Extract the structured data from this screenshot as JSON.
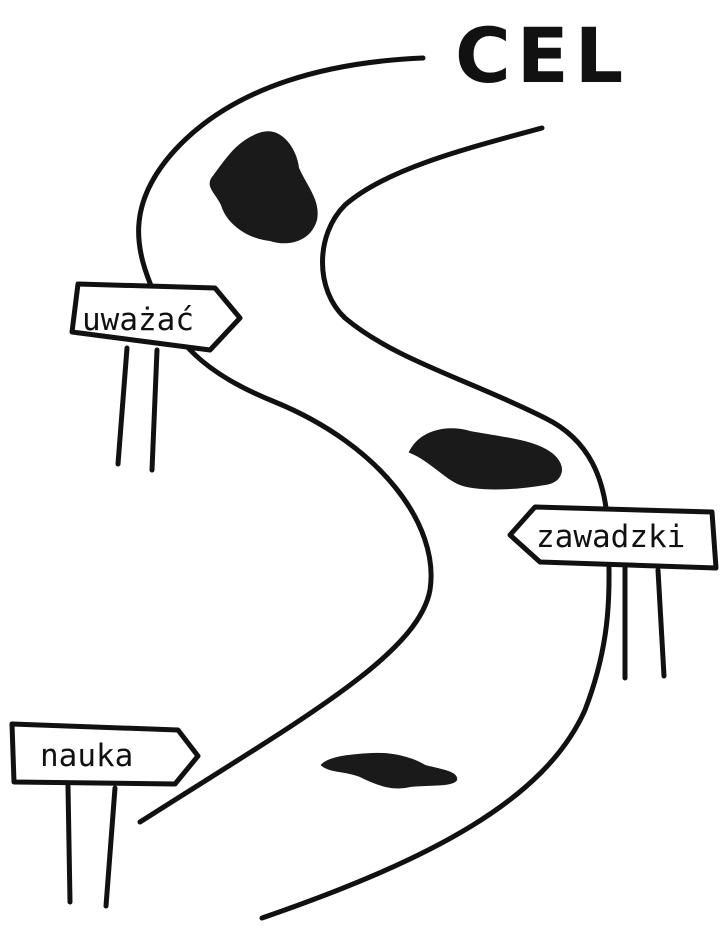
{
  "goal": {
    "label": "CEL"
  },
  "signs": [
    {
      "label": "uważać"
    },
    {
      "label": "zawadzki"
    },
    {
      "label": "nauka"
    }
  ],
  "colors": {
    "ink": "#111111",
    "background": "#ffffff"
  }
}
